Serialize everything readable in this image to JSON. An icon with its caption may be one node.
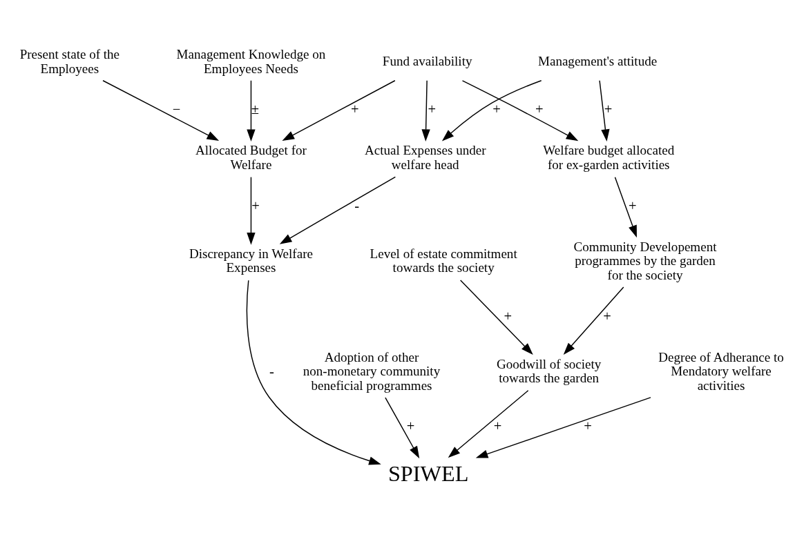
{
  "diagram": {
    "nodes": [
      {
        "text": [
          "Management's attitude"
        ]
      },
      {
        "text": [
          "Actual Expenses under welfare head"
        ]
      },
      {
        "text": [
          "Fund availability"
        ]
      },
      {
        "text": [
          "Welfare budget allocated for ex-garden activities"
        ]
      },
      {
        "text": [
          "Allocated Budget for Welfare"
        ]
      },
      {
        "text": [
          "Present state of the Employees"
        ]
      },
      {
        "text": [
          "Community Developement programmes by the garden for the society"
        ]
      },
      {
        "text": [
          "SPIWEL"
        ]
      },
      {
        "text": [
          "Management Knowledge on Employees Needs"
        ]
      },
      {
        "text": [
          "Goodwill of society towards the garden"
        ]
      },
      {
        "text": [
          "Adoption of other non-monetary community beneficial programmes"
        ]
      },
      {
        "text": [
          "Discrepancy in Welfare Expenses"
        ]
      },
      {
        "text": [
          "Degree of Adherance to Mendatory welfare activities"
        ]
      },
      {
        "text": [
          "Level of estate commitment towards the society"
        ]
      }
    ],
    "edges": [
      {
        "from": 0,
        "to": 1,
        "arrow": "to",
        "label": "+"
      },
      {
        "from": 0,
        "to": 3,
        "arrow": "to",
        "label": "+"
      },
      {
        "from": 2,
        "to": 1,
        "arrow": "to",
        "label": "+"
      },
      {
        "from": 2,
        "to": 4,
        "arrow": "to",
        "label": "+"
      },
      {
        "from": 2,
        "to": 3,
        "arrow": "to",
        "label": "+"
      },
      {
        "from": 5,
        "to": 4,
        "arrow": "to",
        "label": "−"
      },
      {
        "from": 8,
        "to": 4,
        "arrow": "to",
        "label": "±"
      },
      {
        "from": 1,
        "to": 11,
        "arrow": "to",
        "label": "-"
      },
      {
        "from": 4,
        "to": 11,
        "arrow": "to",
        "label": "+"
      },
      {
        "from": 3,
        "to": 6,
        "arrow": "to",
        "label": "+"
      },
      {
        "from": 6,
        "to": 9,
        "arrow": "to",
        "label": "+"
      },
      {
        "from": 9,
        "to": 7,
        "arrow": "to",
        "label": "+"
      },
      {
        "from": 13,
        "to": 9,
        "arrow": "to",
        "label": "+"
      },
      {
        "from": 10,
        "to": 7,
        "arrow": "to",
        "label": "+"
      },
      {
        "from": 12,
        "to": 7,
        "arrow": "to",
        "label": "+"
      },
      {
        "from": 11,
        "to": 7,
        "arrow": "to",
        "label": "-"
      }
    ]
  }
}
